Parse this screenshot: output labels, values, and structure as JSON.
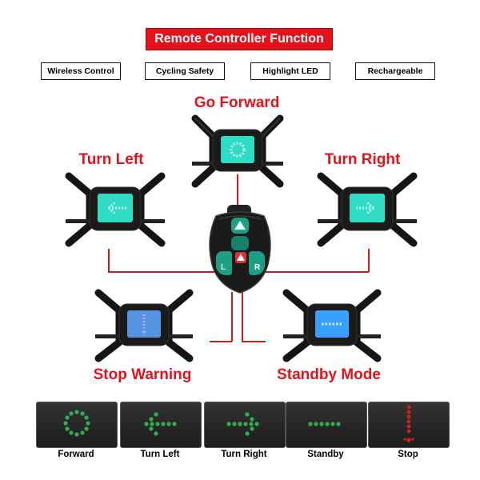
{
  "header": {
    "title": "Remote Controller Function"
  },
  "features": [
    "Wireless Control",
    "Cycling Safety",
    "Highlight LED",
    "Rechargeable"
  ],
  "modes": {
    "go_forward": "Go Forward",
    "turn_left": "Turn Left",
    "turn_right": "Turn Right",
    "stop_warning": "Stop Warning",
    "standby_mode": "Standby Mode"
  },
  "remote": {
    "left_key": "L",
    "right_key": "R"
  },
  "panels": [
    {
      "label": "Forward",
      "color": "#2fae50",
      "icon": "circle-ring-icon"
    },
    {
      "label": "Turn Left",
      "color": "#2fae50",
      "icon": "arrow-left-icon"
    },
    {
      "label": "Turn Right",
      "color": "#2fae50",
      "icon": "arrow-right-icon"
    },
    {
      "label": "Standby",
      "color": "#2fae50",
      "icon": "dash-line-icon"
    },
    {
      "label": "Stop",
      "color": "#d21f1f",
      "icon": "exclamation-icon"
    }
  ],
  "colors": {
    "brand_red": "#e3121b",
    "led_cyan": "#2fe6c8",
    "led_blue": "#3aa7ff",
    "led_purple": "#9b73d8",
    "panel_green": "#2fae50",
    "panel_red": "#d21f1f"
  }
}
